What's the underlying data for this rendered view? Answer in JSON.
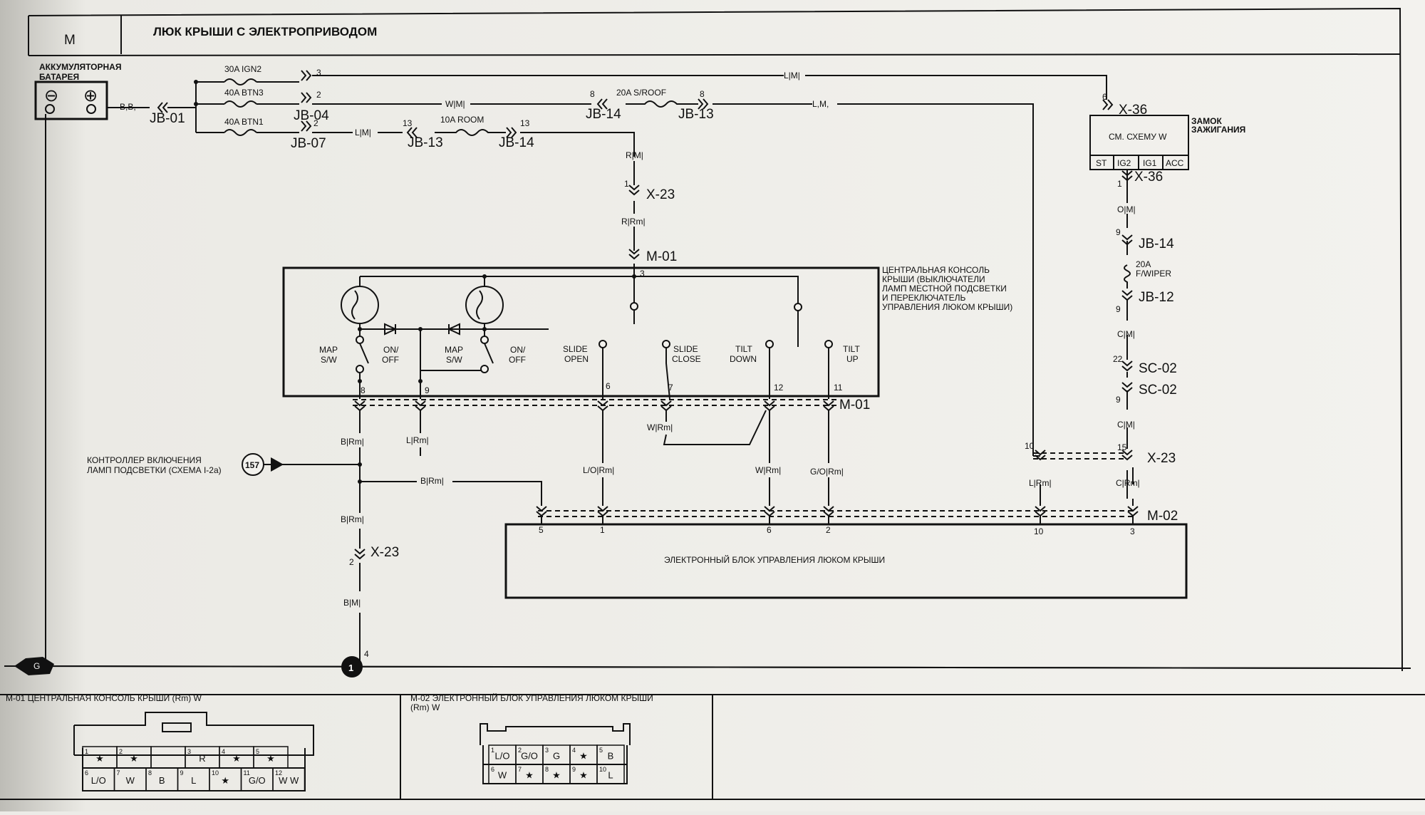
{
  "header": {
    "section": "M",
    "title": "ЛЮК КРЫШИ С ЭЛЕКТРОПРИВОДОМ"
  },
  "battery": {
    "label1": "АККУМУЛЯТОРНАЯ",
    "label2": "БАТАРЕЯ",
    "minus": "⊖",
    "plus": "⊕",
    "wire": "B,B,"
  },
  "fuses": [
    {
      "label": "30A IGN2",
      "pin": "3"
    },
    {
      "label": "40A BTN3",
      "pin": "2"
    },
    {
      "label": "40A BTN1",
      "pin": "2"
    },
    {
      "label": "10A ROOM",
      "pin_in": "13",
      "pin_out": "13"
    },
    {
      "label": "20A S/ROOF",
      "pin_in": "8",
      "pin_out": "8"
    },
    {
      "label1": "20A",
      "label2": "F/WIPER"
    }
  ],
  "connectors": {
    "jb01": "JB-01",
    "jb04": "JB-04",
    "jb07": "JB-07",
    "jb13a": "JB-13",
    "jb14a": "JB-14",
    "jb14b": "JB-14",
    "jb13b": "JB-13",
    "x23a": "X-23",
    "m01a": "M-01",
    "m01b": "M-01",
    "x36a": "X-36",
    "x36b": "X-36",
    "jb14c": "JB-14",
    "jb12": "JB-12",
    "sc02a": "SC-02",
    "sc02b": "SC-02",
    "x23b": "X-23",
    "m02": "M-02",
    "x23c": "X-23"
  },
  "wires": {
    "lm_top": "L|M|",
    "wm": "W|M|",
    "lm_right": "L,M,",
    "lm_left": "L|M|",
    "rm": "R|M|",
    "rrm": "R|Rm|",
    "om": "O|M|",
    "cm1": "C|M|",
    "cm2": "C|M|",
    "crm": "C|Rm|",
    "lrm_r": "L|Rm|",
    "brm1": "B|Rm|",
    "lrm": "L|Rm|",
    "wrm": "W|Rm|",
    "lorm": "L/O|Rm|",
    "wrm2": "W|Rm|",
    "gorm": "G/O|Rm|",
    "brm2": "B|Rm|",
    "brm3": "B|Rm|",
    "bm": "B|M|"
  },
  "pins": {
    "x23a": "1",
    "m01top": "3",
    "x36a": "6",
    "x36b": "1",
    "jb14c": "9",
    "jb12": "9",
    "sc02a": "22",
    "sc02b": "9",
    "x23b_l": "10",
    "x23b_r": "15",
    "m01_8": "8",
    "m01_9": "9",
    "m01_6": "6",
    "m01_7": "7",
    "m01_12": "12",
    "m01_11": "11",
    "m02_5": "5",
    "m02_1": "1",
    "m02_6": "6",
    "m02_2": "2",
    "m02_10": "10",
    "m02_3": "3",
    "x23c": "2",
    "gnd": "4"
  },
  "ignition": {
    "label1": "ЗАМОК",
    "label2": "ЗАЖИГАНИЯ",
    "inner": "СМ. СХЕМУ W",
    "terms": [
      "ST",
      "IG2",
      "IG1",
      "ACC"
    ]
  },
  "console": {
    "label": [
      "ЦЕНТРАЛЬНАЯ КОНСОЛЬ",
      "КРЫШИ (ВЫКЛЮЧАТЕЛИ",
      "ЛАМП МЕСТНОЙ ПОДСВЕТКИ",
      "И ПЕРЕКЛЮЧАТЕЛЬ",
      "УПРАВЛЕНИЯ ЛЮКОМ КРЫШИ)"
    ],
    "switches": [
      {
        "l1": "MAP",
        "l2": "S/W"
      },
      {
        "l1": "ON/",
        "l2": "OFF"
      },
      {
        "l1": "MAP",
        "l2": "S/W"
      },
      {
        "l1": "ON/",
        "l2": "OFF"
      },
      {
        "l1": "SLIDE",
        "l2": "OPEN"
      },
      {
        "l1": "SLIDE",
        "l2": "CLOSE"
      },
      {
        "l1": "TILT",
        "l2": "DOWN"
      },
      {
        "l1": "TILT",
        "l2": "UP"
      }
    ]
  },
  "controller": {
    "l1": "КОНТРОЛЛЕР ВКЛЮЧЕНИЯ",
    "l2": "ЛАМП ПОДСВЕТКИ (СХЕМА I-2a)",
    "ref": "157"
  },
  "ecu": {
    "label": "ЭЛЕКТРОННЫЙ БЛОК УПРАВЛЕНИЯ ЛЮКОМ КРЫШИ"
  },
  "ground": {
    "g1": "G",
    "g2": "1"
  },
  "footer": {
    "m01": {
      "title": "M-01 ЦЕНТРАЛЬНАЯ КОНСОЛЬ КРЫШИ (Rm) W",
      "top": [
        {
          "n": "1",
          "v": "★"
        },
        {
          "n": "2",
          "v": "★"
        },
        {
          "n": "",
          "v": ""
        },
        {
          "n": "3",
          "v": "R"
        },
        {
          "n": "4",
          "v": "★"
        },
        {
          "n": "5",
          "v": "★"
        }
      ],
      "bot": [
        {
          "n": "6",
          "v": "L/O"
        },
        {
          "n": "7",
          "v": "W"
        },
        {
          "n": "8",
          "v": "B"
        },
        {
          "n": "9",
          "v": "L"
        },
        {
          "n": "10",
          "v": "★"
        },
        {
          "n": "11",
          "v": "G/O"
        },
        {
          "n": "12",
          "v": "W W"
        }
      ]
    },
    "m02": {
      "title1": "M-02 ЭЛЕКТРОННЫЙ БЛОК УПРАВЛЕНИЯ ЛЮКОМ КРЫШИ",
      "title2": "(Rm) W",
      "top": [
        {
          "n": "1",
          "v": "L/O"
        },
        {
          "n": "2",
          "v": "G/O"
        },
        {
          "n": "3",
          "v": "G"
        },
        {
          "n": "4",
          "v": "★"
        },
        {
          "n": "5",
          "v": "B"
        }
      ],
      "bot": [
        {
          "n": "6",
          "v": "W"
        },
        {
          "n": "7",
          "v": "★"
        },
        {
          "n": "8",
          "v": "★"
        },
        {
          "n": "9",
          "v": "★"
        },
        {
          "n": "10",
          "v": "L"
        }
      ]
    }
  }
}
